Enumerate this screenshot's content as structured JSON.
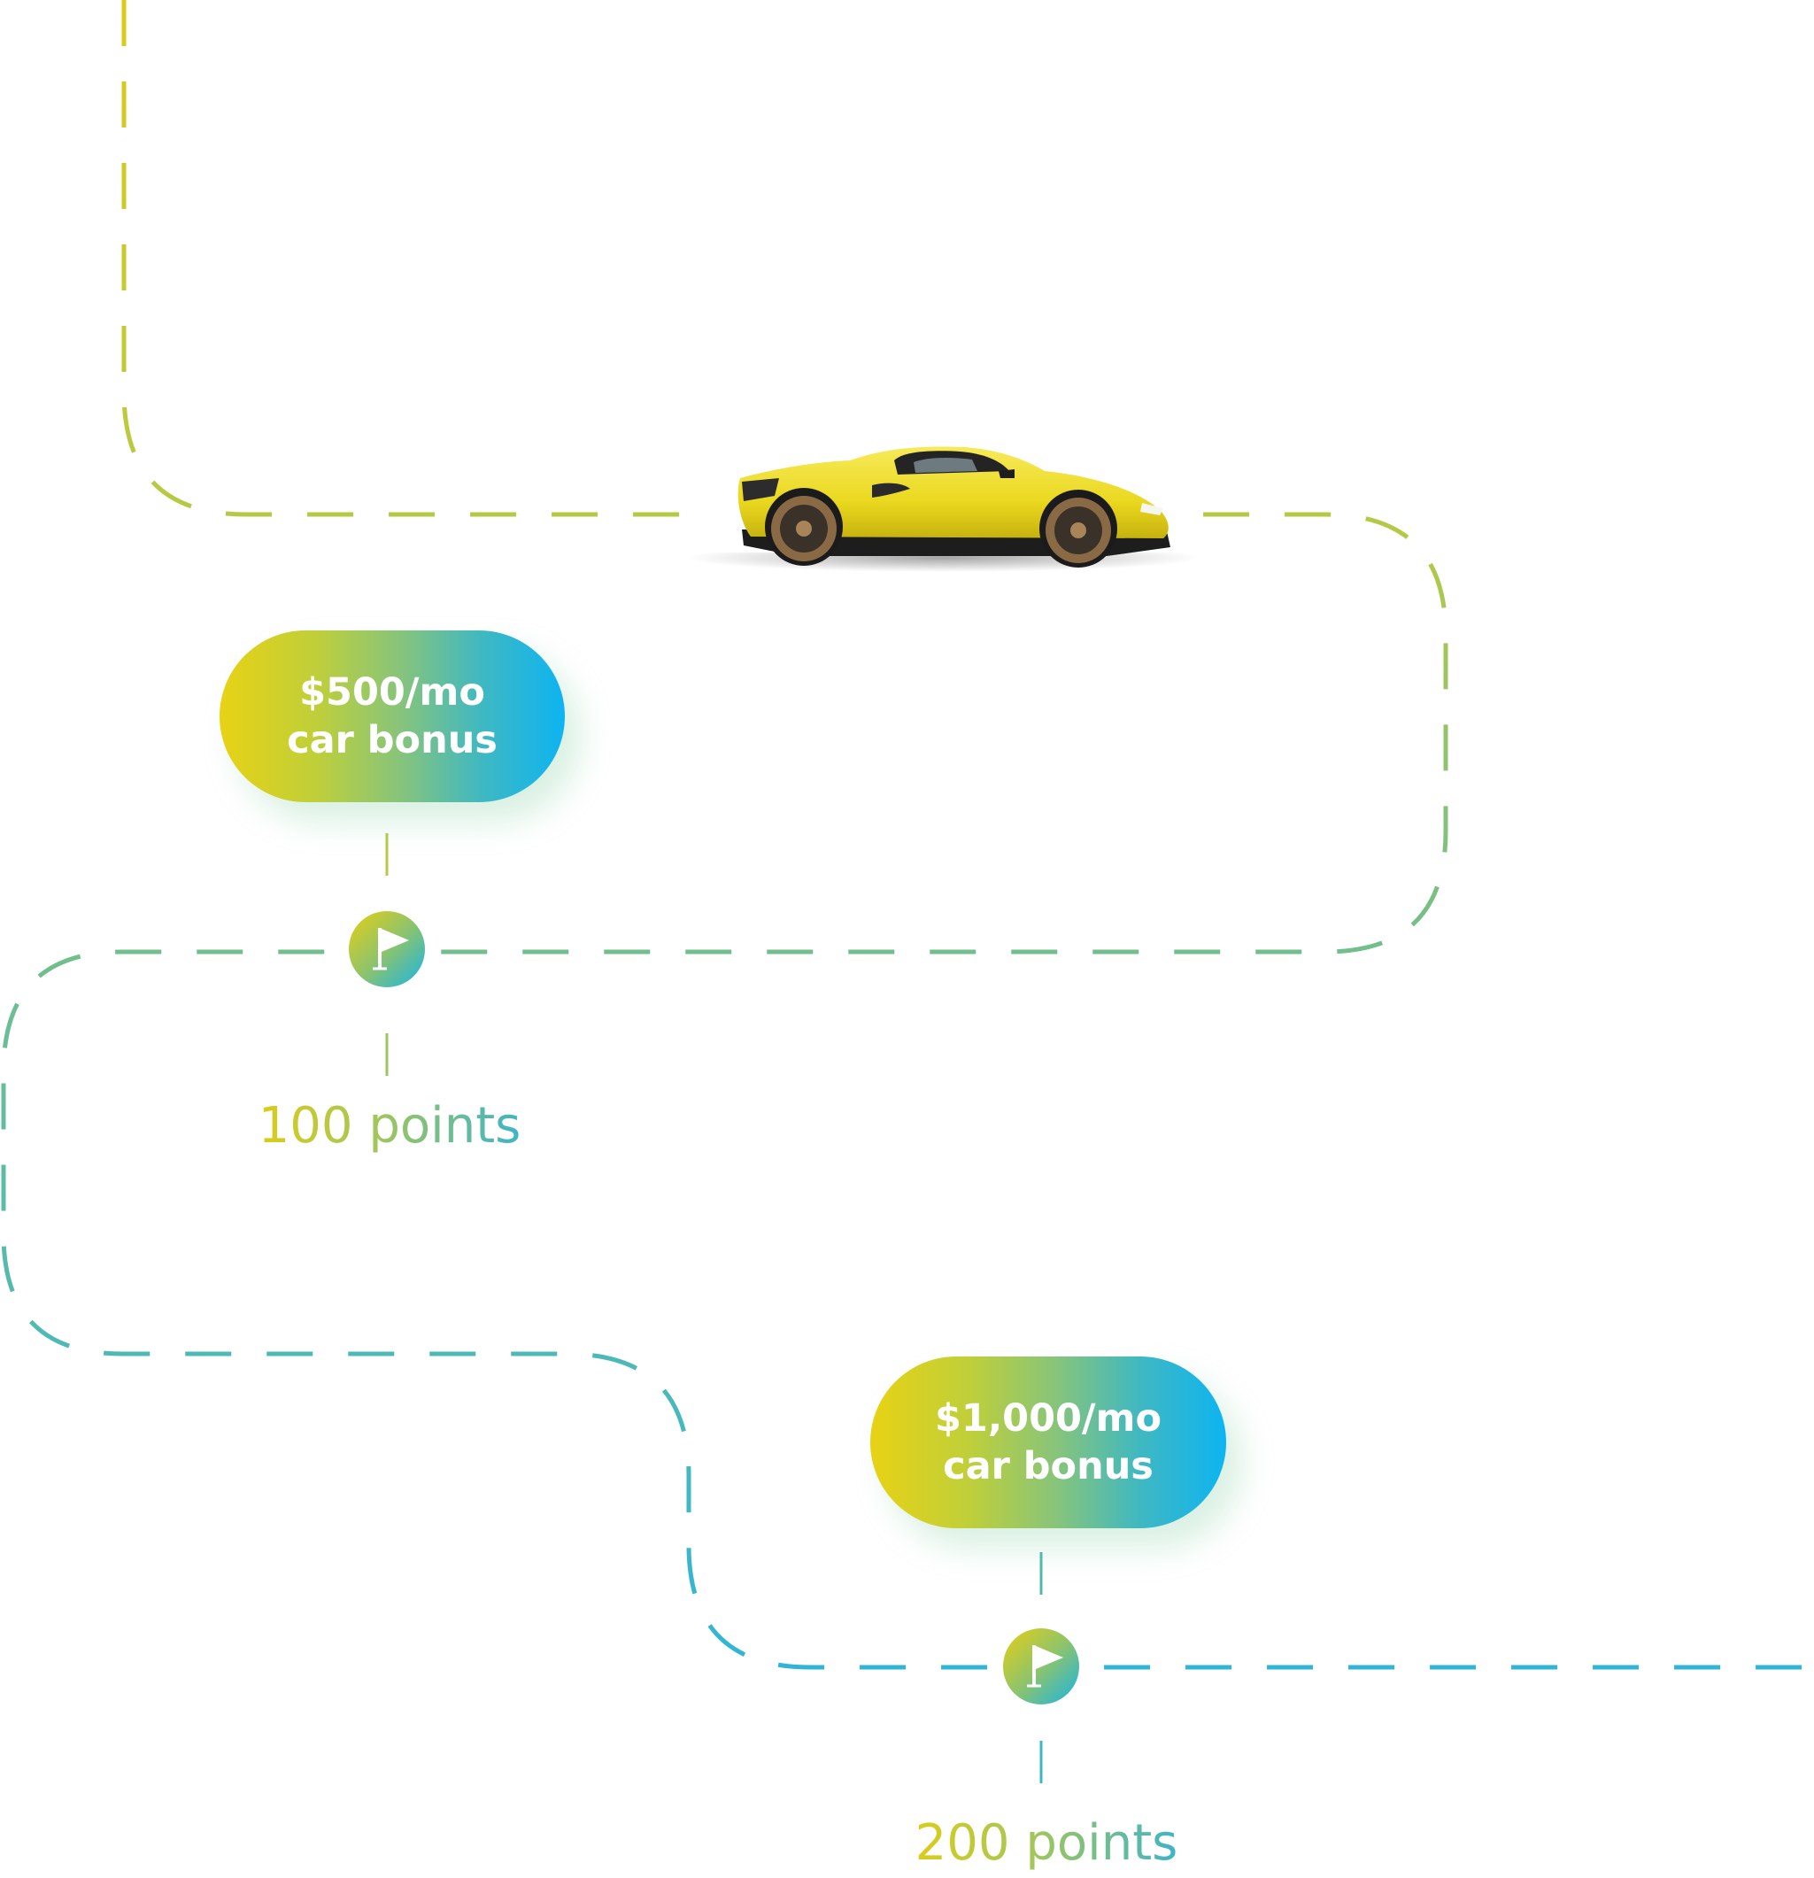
{
  "colors": {
    "road_start": "#dccb16",
    "road_end": "#2fb5d8",
    "pill_gradient_start": "#e8d214",
    "pill_gradient_end": "#0db4f2",
    "text_on_pill": "#ffffff",
    "car_body": "#f0df2e"
  },
  "milestones": [
    {
      "bonus_line1": "$500/mo",
      "bonus_line2": "car bonus",
      "points_label": "100 points",
      "icon": "flag-icon"
    },
    {
      "bonus_line1": "$1,000/mo",
      "bonus_line2": "car bonus",
      "points_label": "200 points",
      "icon": "flag-icon"
    }
  ],
  "car": {
    "icon": "sports-car-image"
  }
}
